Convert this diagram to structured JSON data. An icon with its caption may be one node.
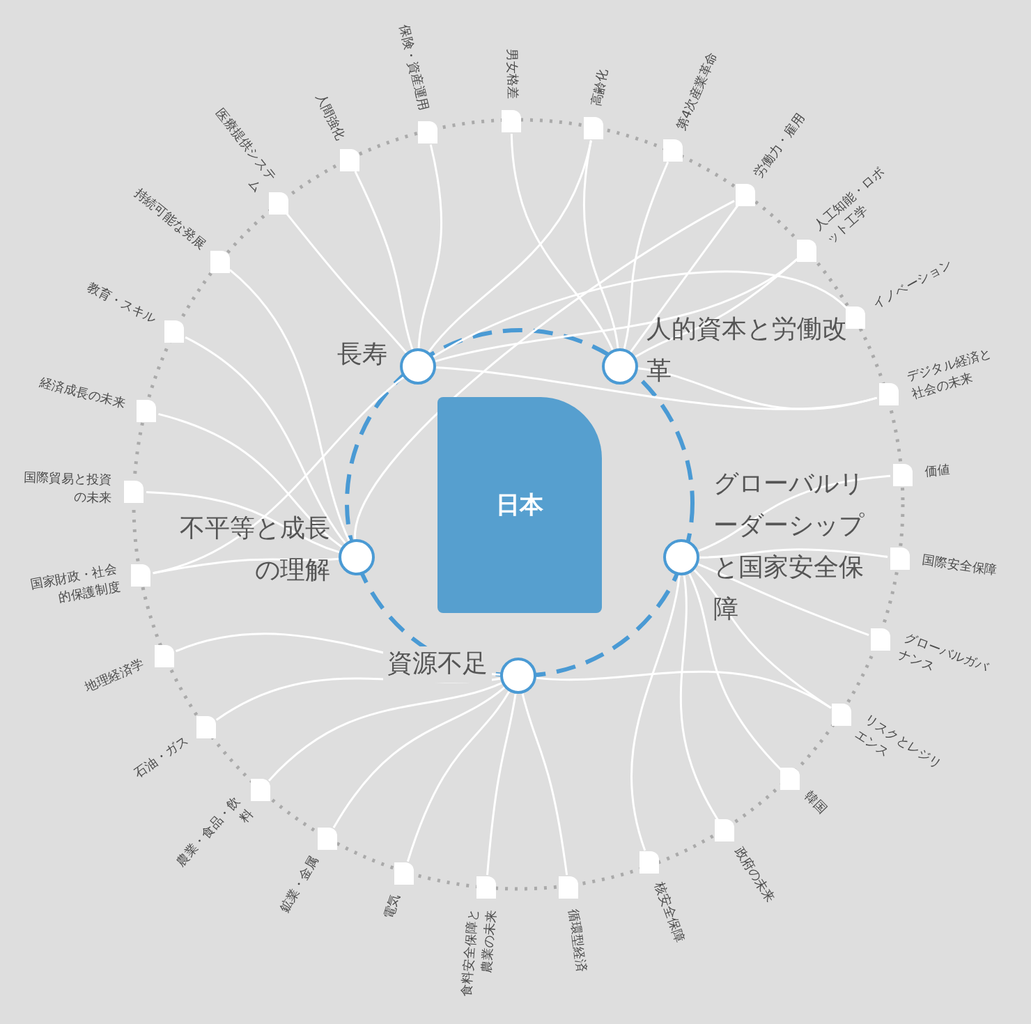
{
  "diagram": {
    "nodes": [
      {
        "text": [
          "日本"
        ]
      },
      {
        "text": [
          "長寿"
        ]
      },
      {
        "text": [
          "人的資本と労働改革"
        ]
      },
      {
        "text": [
          "グローバルリーダーシップと国家安全保障"
        ]
      },
      {
        "text": [
          "資源不足"
        ]
      },
      {
        "text": [
          "不平等と成長の理解"
        ]
      },
      {
        "text": [
          "男女格差"
        ]
      },
      {
        "text": [
          "高齢化"
        ]
      },
      {
        "text": [
          "第4次産業革命"
        ]
      },
      {
        "text": [
          "労働力・雇用"
        ]
      },
      {
        "text": [
          "人工知能・ロボット工学"
        ]
      },
      {
        "text": [
          "イノベーション"
        ]
      },
      {
        "text": [
          "デジタル経済と社会の未来"
        ]
      },
      {
        "text": [
          "価値"
        ]
      },
      {
        "text": [
          "国際安全保障"
        ]
      },
      {
        "text": [
          "グローバルガバナンス"
        ]
      },
      {
        "text": [
          "リスクとレジリエンス"
        ]
      },
      {
        "text": [
          "韓国"
        ]
      },
      {
        "text": [
          "政府の未来"
        ]
      },
      {
        "text": [
          "核安全保障"
        ]
      },
      {
        "text": [
          "循環型経済"
        ]
      },
      {
        "text": [
          "食料安全保障と農業の未来"
        ]
      },
      {
        "text": [
          "電気"
        ]
      },
      {
        "text": [
          "鉱業・金属"
        ]
      },
      {
        "text": [
          "農業・食品・飲料"
        ]
      },
      {
        "text": [
          "石油・ガス"
        ]
      },
      {
        "text": [
          "地理経済学"
        ]
      },
      {
        "text": [
          "国家財政・社会的保護制度"
        ]
      },
      {
        "text": [
          "国際貿易と投資の未来"
        ]
      },
      {
        "text": [
          "経済成長の未来"
        ]
      },
      {
        "text": [
          "教育・スキル"
        ]
      },
      {
        "text": [
          "持続可能な発展"
        ]
      },
      {
        "text": [
          "医療提供システム"
        ]
      },
      {
        "text": [
          "人間強化"
        ]
      },
      {
        "text": [
          "保険・資産運用"
        ]
      }
    ],
    "edges": [
      {
        "from": 6,
        "to": 2,
        "arrow": "none"
      },
      {
        "from": 7,
        "to": 1,
        "arrow": "none"
      },
      {
        "from": 7,
        "to": 2,
        "arrow": "none"
      },
      {
        "from": 8,
        "to": 2,
        "arrow": "none"
      },
      {
        "from": 9,
        "to": 2,
        "arrow": "none"
      },
      {
        "from": 9,
        "to": 5,
        "arrow": "none"
      },
      {
        "from": 10,
        "to": 2,
        "arrow": "none"
      },
      {
        "from": 10,
        "to": 1,
        "arrow": "none"
      },
      {
        "from": 11,
        "to": 1,
        "arrow": "none"
      },
      {
        "from": 12,
        "to": 1,
        "arrow": "none"
      },
      {
        "from": 12,
        "to": 2,
        "arrow": "none"
      },
      {
        "from": 13,
        "to": 3,
        "arrow": "none"
      },
      {
        "from": 14,
        "to": 3,
        "arrow": "none"
      },
      {
        "from": 15,
        "to": 3,
        "arrow": "none"
      },
      {
        "from": 16,
        "to": 3,
        "arrow": "none"
      },
      {
        "from": 16,
        "to": 4,
        "arrow": "none"
      },
      {
        "from": 17,
        "to": 3,
        "arrow": "none"
      },
      {
        "from": 18,
        "to": 3,
        "arrow": "none"
      },
      {
        "from": 19,
        "to": 3,
        "arrow": "none"
      },
      {
        "from": 20,
        "to": 4,
        "arrow": "none"
      },
      {
        "from": 21,
        "to": 4,
        "arrow": "none"
      },
      {
        "from": 22,
        "to": 4,
        "arrow": "none"
      },
      {
        "from": 23,
        "to": 4,
        "arrow": "none"
      },
      {
        "from": 24,
        "to": 4,
        "arrow": "none"
      },
      {
        "from": 25,
        "to": 4,
        "arrow": "none"
      },
      {
        "from": 26,
        "to": 4,
        "arrow": "none"
      },
      {
        "from": 27,
        "to": 5,
        "arrow": "none"
      },
      {
        "from": 27,
        "to": 1,
        "arrow": "none"
      },
      {
        "from": 28,
        "to": 5,
        "arrow": "none"
      },
      {
        "from": 29,
        "to": 5,
        "arrow": "none"
      },
      {
        "from": 30,
        "to": 5,
        "arrow": "none"
      },
      {
        "from": 31,
        "to": 5,
        "arrow": "none"
      },
      {
        "from": 32,
        "to": 1,
        "arrow": "none"
      },
      {
        "from": 33,
        "to": 1,
        "arrow": "none"
      },
      {
        "from": 34,
        "to": 1,
        "arrow": "none"
      }
    ]
  }
}
